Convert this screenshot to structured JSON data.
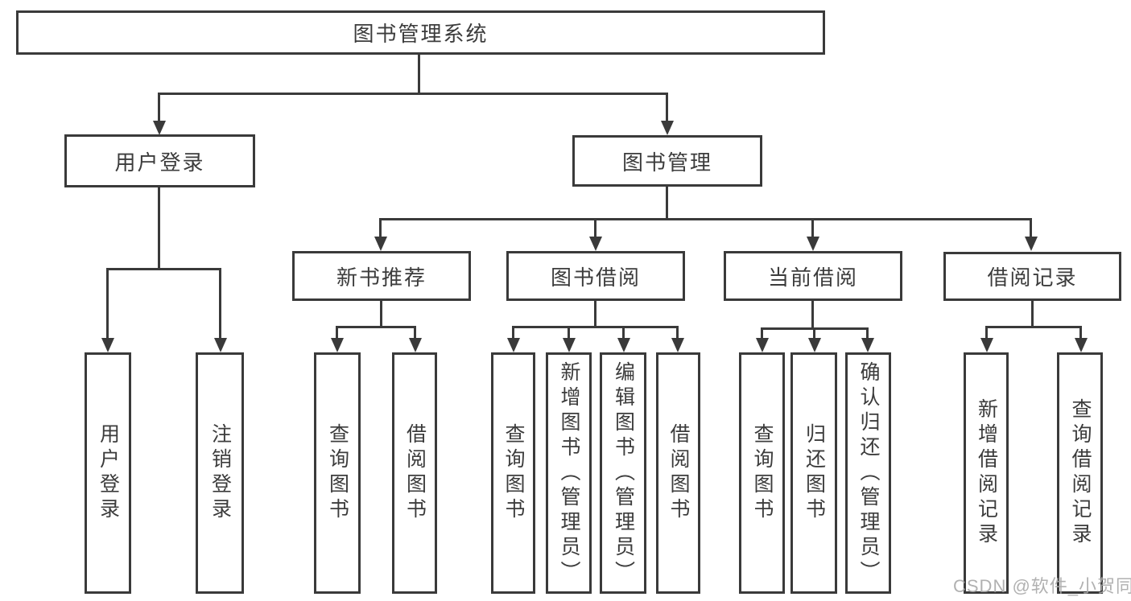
{
  "diagram": {
    "title": "图书管理系统",
    "nodes": {
      "root": "图书管理系统",
      "level2": [
        "用户登录",
        "图书管理"
      ],
      "level3": [
        "新书推荐",
        "图书借阅",
        "当前借阅",
        "借阅记录"
      ],
      "leaves_user_login": [
        "用户登录",
        "注销登录"
      ],
      "leaves_new_book": [
        "查询图书",
        "借阅图书"
      ],
      "leaves_book_borrow": [
        "查询图书",
        "新增图书（管理员）",
        "编辑图书（管理员）",
        "借阅图书"
      ],
      "leaves_current_borrow": [
        "查询图书",
        "归还图书",
        "确认归还（管理员）"
      ],
      "leaves_borrow_record": [
        "新增借阅记录",
        "查询借阅记录"
      ]
    },
    "colors": {
      "line": "#3a3a3a",
      "text": "#3c3c3c",
      "background": "#ffffff",
      "watermark": "#a8a8a8"
    }
  },
  "watermark": "CSDN @软件_小贺同学"
}
